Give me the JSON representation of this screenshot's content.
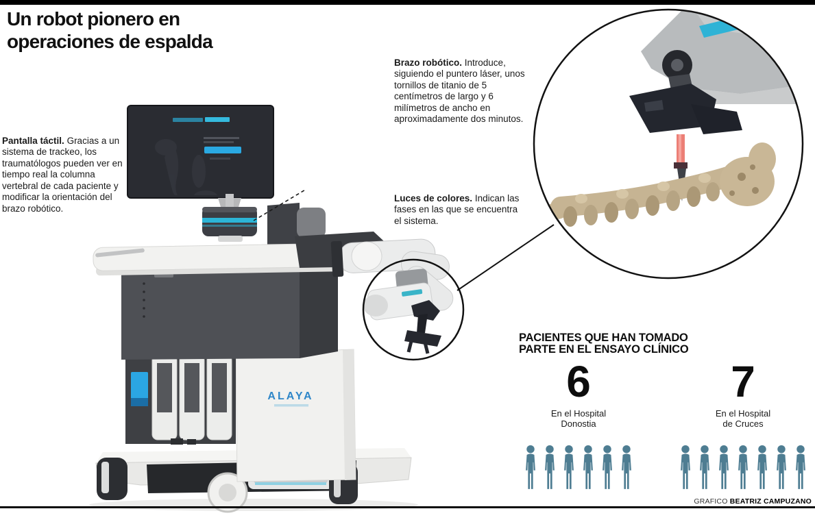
{
  "title": {
    "line1": "Un robot pionero en",
    "line2": "operaciones de espalda"
  },
  "annotations": {
    "touch_screen": {
      "lead": "Pantalla táctil.",
      "body": "Gracias a un sistema de trackeo, los traumatólogos pueden ver en tiempo real la columna vertebral de cada paciente y modificar la orientación del brazo robótico."
    },
    "robotic_arm": {
      "lead": "Brazo robótico.",
      "body": "Introduce, siguiendo el puntero láser, unos tornillos de titanio de 5 centímetros de largo y 6 milímetros de ancho en aproximadamente dos minutos."
    },
    "lights": {
      "lead": "Luces de colores.",
      "body": "Indican las fases en las que se encuentra el sistema."
    }
  },
  "machine": {
    "brand": "ALAYA"
  },
  "stats": {
    "title_line1": "PACIENTES QUE HAN TOMADO",
    "title_line2": "PARTE EN EL ENSAYO CLÍNICO",
    "groups": [
      {
        "value": "6",
        "label_line1": "En el Hospital",
        "label_line2": "Donostia",
        "count": 6
      },
      {
        "value": "7",
        "label_line1": "En el Hospital",
        "label_line2": "de Cruces",
        "count": 7
      }
    ]
  },
  "credit": {
    "prefix": "GRAFICO",
    "name": "BEATRIZ CAMPUZANO"
  },
  "icons": {
    "person": "person-icon"
  },
  "colors": {
    "accent_cyan": "#2cb5d7",
    "button_cyan": "#2aa9e2",
    "brand_blue": "#2e86c8",
    "person_icon_teal": "#4e7d92",
    "tool_red": "#ec7f76",
    "spine_tan": "#c6b493",
    "machine_charcoal": "#4e5055",
    "line_black": "#121212"
  },
  "chart_data": {
    "type": "pictograph",
    "title": "PACIENTES QUE HAN TOMADO PARTE EN EL ENSAYO CLÍNICO",
    "categories": [
      "En el Hospital Donostia",
      "En el Hospital de Cruces"
    ],
    "values": [
      6,
      7
    ],
    "icon": "person",
    "icon_color": "#4e7d92"
  }
}
